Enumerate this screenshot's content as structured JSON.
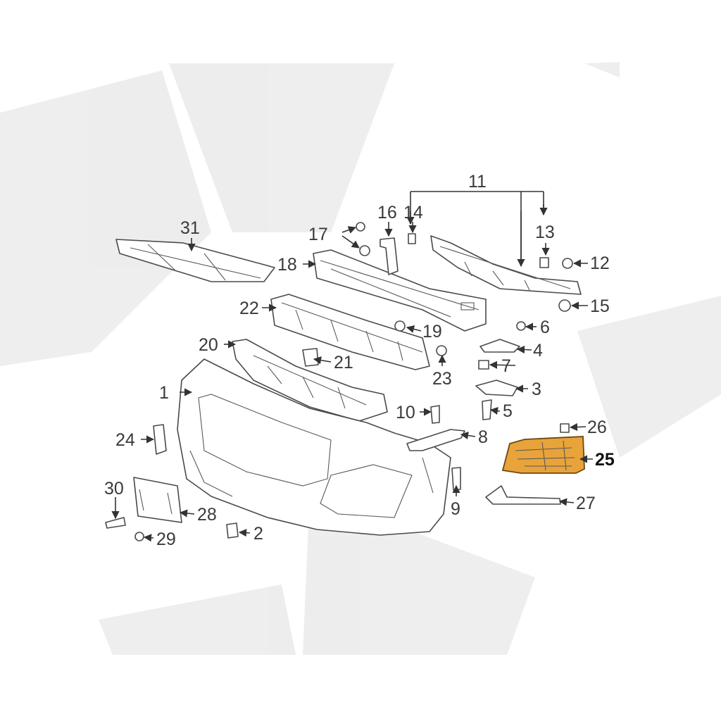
{
  "diagram": {
    "highlight_color": "#e8a33a",
    "highlighted_part": "25",
    "callouts": {
      "c1": "1",
      "c2": "2",
      "c3": "3",
      "c4": "4",
      "c5": "5",
      "c6": "6",
      "c7": "7",
      "c8": "8",
      "c9": "9",
      "c10": "10",
      "c11": "11",
      "c12": "12",
      "c13": "13",
      "c14": "14",
      "c15": "15",
      "c16": "16",
      "c17": "17",
      "c18": "18",
      "c19": "19",
      "c20": "20",
      "c21": "21",
      "c22": "22",
      "c23": "23",
      "c24": "24",
      "c25": "25",
      "c26": "26",
      "c27": "27",
      "c28": "28",
      "c29": "29",
      "c30": "30",
      "c31": "31"
    }
  }
}
